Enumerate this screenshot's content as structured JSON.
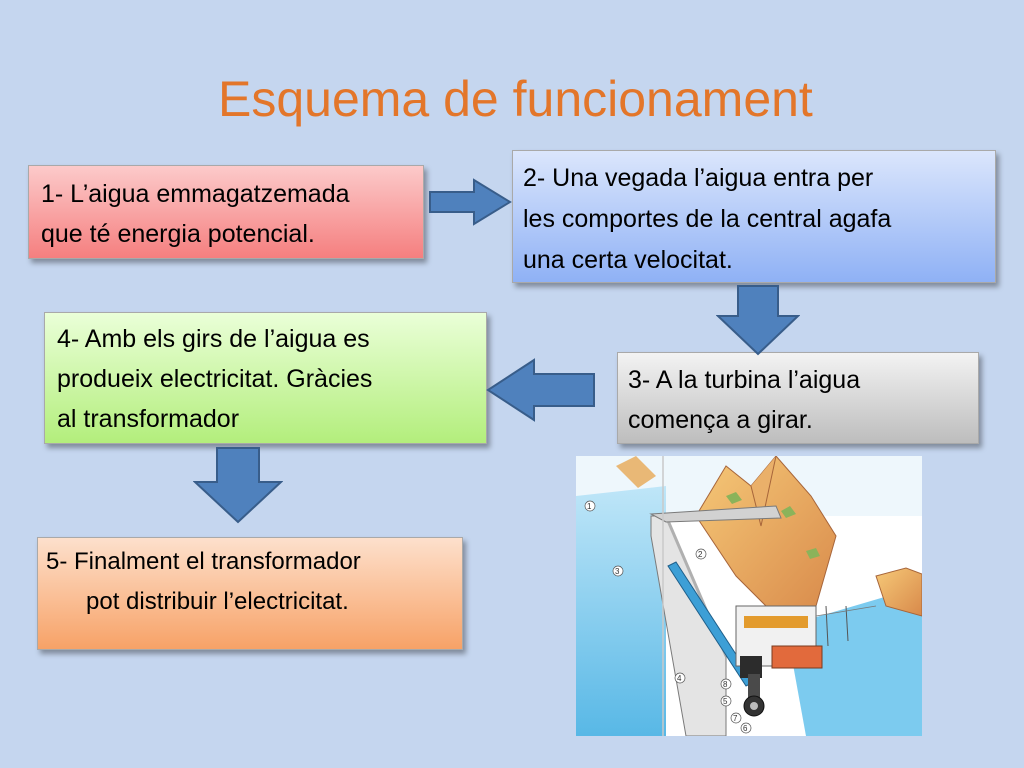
{
  "title": "Esquema de funcionament",
  "steps": [
    {
      "lines": [
        "1- L’aigua emmagatzemada",
        "que té energia potencial."
      ]
    },
    {
      "lines": [
        "2- Una vegada l’aigua entra per",
        "les comportes de la central agafa",
        "una certa velocitat."
      ]
    },
    {
      "lines": [
        "3- A la turbina l’aigua",
        "comença a girar."
      ]
    },
    {
      "lines": [
        "4- Amb els girs de l’aigua es",
        "produeix electricitat. Gràcies",
        "al transformador"
      ]
    },
    {
      "lines": [
        "5- Finalment el transformador",
        "pot distribuir l’electricitat."
      ]
    }
  ],
  "illustration": {
    "labels": [
      "1",
      "2",
      "3",
      "4",
      "5",
      "6",
      "7",
      "8"
    ]
  },
  "colors": {
    "background": "#c5d6ef",
    "title": "#e3762a",
    "arrow_fill": "#4f81bd",
    "arrow_stroke": "#385d8a"
  }
}
